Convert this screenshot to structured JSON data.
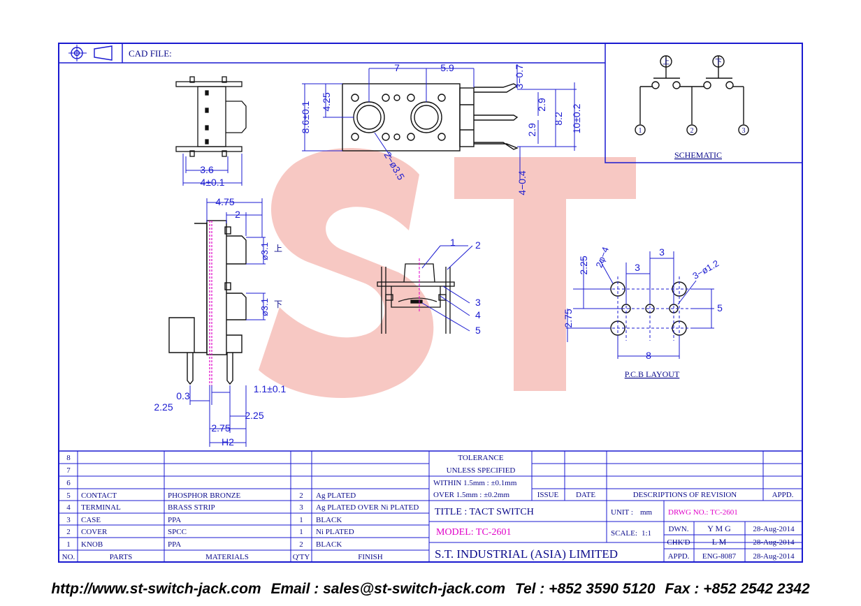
{
  "header": {
    "cad_label": "CAD FILE:"
  },
  "watermark": {
    "text": "ST",
    "color": "#f4a7a0"
  },
  "top_view": {
    "dim_36": "3.6",
    "dim_4": "4±0.1"
  },
  "front_view": {
    "dim_7": "7",
    "dim_59": "5.9",
    "dim_3_07": "3−0.7",
    "dim_86": "8.6±0.1",
    "dim_425": "4.25",
    "dim_29a": "2.9",
    "dim_82": "8.2",
    "dim_10": "10±0.2",
    "dim_29b": "2.9",
    "dim_2_35": "2−ø3.5",
    "dim_4_04": "4−0.4"
  },
  "side_view": {
    "dim_475": "4.75",
    "dim_2": "2",
    "dim_31a": "ø3.1",
    "dim_31b": "ø3.1",
    "up_char": "上",
    "down_char": "下",
    "dim_03": "0.3",
    "dim_11": "1.1±0.1",
    "dim_225a": "2.25",
    "dim_225b": "2.25",
    "dim_275": "2.75",
    "dim_h2": "H2"
  },
  "section_view": {
    "callouts": [
      "1",
      "2",
      "3",
      "4",
      "5"
    ]
  },
  "schematic": {
    "title": "SCHEMATIC",
    "up_char": "上",
    "down_char": "下",
    "pins": [
      "1",
      "2",
      "3"
    ]
  },
  "pcb": {
    "title": "P.C.B LAYOUT",
    "dim_225": "2.25",
    "dim_2phi4": "2φ−4",
    "dim_3a": "3",
    "dim_3b": "3",
    "dim_3phi12": "3−ø1.2",
    "dim_275": "2.75",
    "dim_5": "5",
    "dim_8": "8"
  },
  "parts_table": {
    "headers": {
      "no": "NO.",
      "parts": "PARTS",
      "materials": "MATERIALS",
      "qty": "Q'TY",
      "finish": "FINISH"
    },
    "rows": [
      {
        "no": "8",
        "part": "",
        "material": "",
        "qty": "",
        "finish": ""
      },
      {
        "no": "7",
        "part": "",
        "material": "",
        "qty": "",
        "finish": ""
      },
      {
        "no": "6",
        "part": "",
        "material": "",
        "qty": "",
        "finish": ""
      },
      {
        "no": "5",
        "part": "CONTACT",
        "material": "PHOSPHOR BRONZE",
        "qty": "2",
        "finish": "Ag PLATED"
      },
      {
        "no": "4",
        "part": "TERMINAL",
        "material": "BRASS STRIP",
        "qty": "3",
        "finish": "Ag PLATED OVER Ni PLATED"
      },
      {
        "no": "3",
        "part": "CASE",
        "material": "PPA",
        "qty": "1",
        "finish": "BLACK"
      },
      {
        "no": "2",
        "part": "COVER",
        "material": "SPCC",
        "qty": "1",
        "finish": "Ni PLATED"
      },
      {
        "no": "1",
        "part": "KNOB",
        "material": "PPA",
        "qty": "2",
        "finish": "BLACK"
      }
    ]
  },
  "tolerance": {
    "line1": "TOLERANCE",
    "line2": "UNLESS  SPECIFIED",
    "within": "WITHIN  1.5mm : ±0.1mm",
    "over": "OVER    1.5mm : ±0.2mm"
  },
  "revision": {
    "issue": "ISSUE",
    "date": "DATE",
    "desc": "DESCRIPTIONS  OF  REVISION",
    "appd": "APPD."
  },
  "title_block": {
    "title": "TITLE : TACT SWITCH",
    "unit_label": "UNIT :",
    "unit_value": "mm",
    "drwg": "DRWG NO.: TC-2601",
    "model": "MODEL: TC-2601",
    "scale_label": "SCALE:",
    "scale_value": "1:1",
    "company": "S.T.  INDUSTRIAL  (ASIA)  LIMITED",
    "dwn_label": "DWN.",
    "dwn_value": "Y M G",
    "dwn_date": "28-Aug-2014",
    "chkd_label": "CHK'D",
    "chkd_value": "L M",
    "chkd_date": "28-Aug-2014",
    "appd_label": "APPD.",
    "appd_value": "ENG-8087",
    "appd_date": "28-Aug-2014"
  },
  "footer": {
    "url": "http://www.st-switch-jack.com",
    "email": "Email : sales@st-switch-jack.com",
    "tel": "Tel : +852 3590 5120",
    "fax": "Fax : +852 2542 2342"
  },
  "colors": {
    "border": "#1a1ad0",
    "text": "#0a0a8a",
    "magenta": "#e000c8",
    "watermark": "#f4a7a0"
  }
}
